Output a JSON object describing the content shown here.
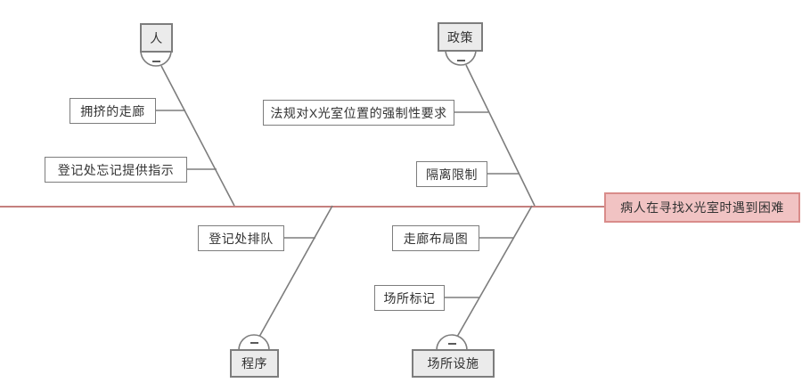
{
  "diagram": {
    "type": "fishbone-cause-effect",
    "effect": {
      "label": "病人在寻找X光室时遇到困难"
    },
    "categories": [
      {
        "id": "people",
        "label": "人",
        "position": "top-left",
        "collapse_icon": "minus"
      },
      {
        "id": "policy",
        "label": "政策",
        "position": "top-right",
        "collapse_icon": "minus"
      },
      {
        "id": "procedure",
        "label": "程序",
        "position": "bottom-left",
        "collapse_icon": "minus"
      },
      {
        "id": "facilities",
        "label": "场所设施",
        "position": "bottom-right",
        "collapse_icon": "minus"
      }
    ],
    "causes": [
      {
        "category": "人",
        "label": "拥挤的走廊"
      },
      {
        "category": "人",
        "label": "登记处忘记提供指示"
      },
      {
        "category": "政策",
        "label": "法规对X光室位置的强制性要求"
      },
      {
        "category": "政策",
        "label": "隔离限制"
      },
      {
        "category": "程序",
        "label": "登记处排队"
      },
      {
        "category": "场所设施",
        "label": "走廊布局图"
      },
      {
        "category": "场所设施",
        "label": "场所标记"
      }
    ],
    "colors": {
      "spine": "#c5807e",
      "effect_fill": "#f1c3c3",
      "effect_border": "#d98c8a",
      "branch_line": "#7d7d7d",
      "category_fill": "#ebebeb",
      "box_border": "#7d7d7d",
      "cause_fill": "#ffffff",
      "text": "#333333"
    }
  }
}
